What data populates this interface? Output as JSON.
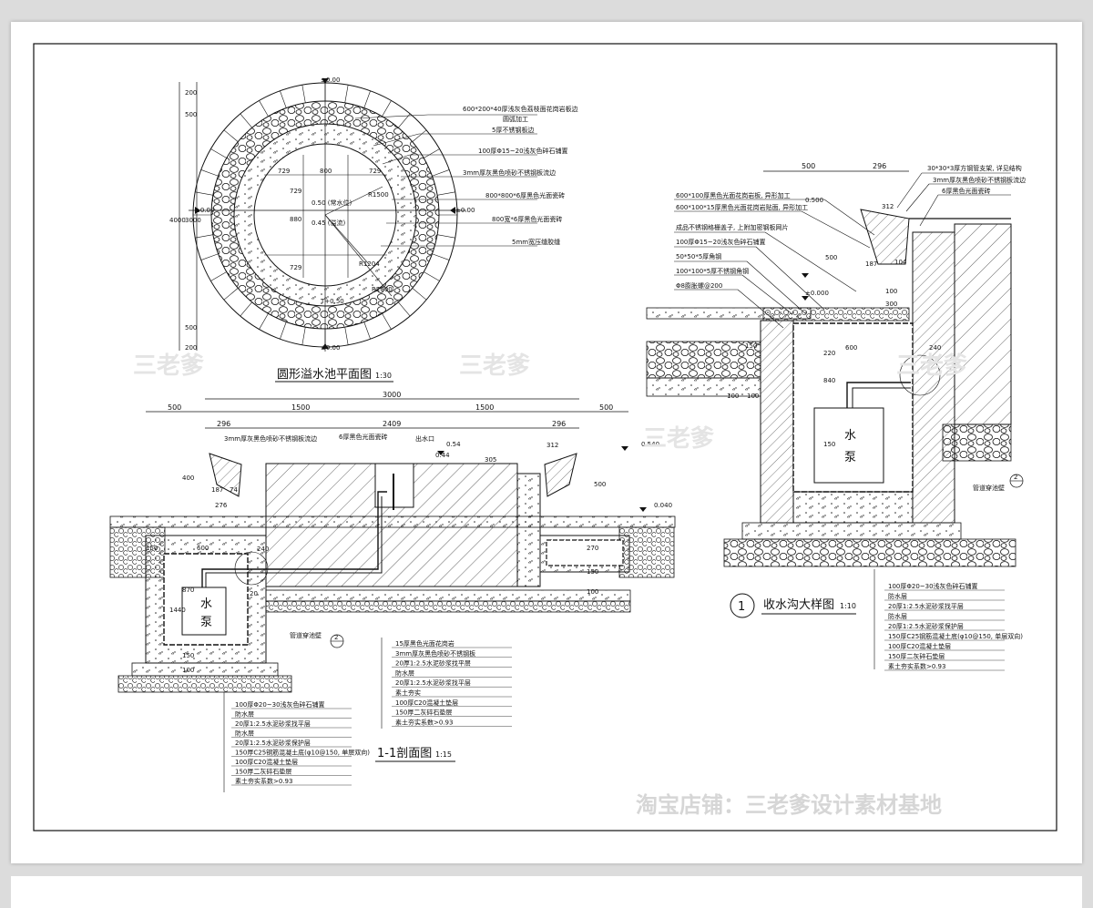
{
  "plan": {
    "title": "圆形溢水池平面图",
    "scale": "1:30",
    "levels": [
      "±0.00",
      "±0.00",
      "±0.00",
      "±0.00",
      "0.50 (常水位)",
      "0.45 (溢流)",
      "T+0.50"
    ],
    "radii": [
      "R1500",
      "R1204",
      "R2000"
    ],
    "dims_v": [
      "200",
      "500",
      "3000",
      "500",
      "200",
      "4000"
    ],
    "dims_inner": [
      "729",
      "800",
      "729",
      "729",
      "880",
      "729"
    ],
    "callouts": [
      "600*200*40厚浅灰色荔枝面花岗岩板边",
      "圆弧加工",
      "5厚不锈钢板边",
      "100厚Φ15~20浅灰色碎石铺置",
      "3mm厚灰黑色喷砂不锈钢板流边",
      "800*800*6厚黑色光面瓷砖",
      "800宽*6厚黑色光面瓷砖",
      "5mm宽压缝胶缝"
    ]
  },
  "section": {
    "title": "1-1剖面图",
    "scale": "1:15",
    "dims_top": [
      "500",
      "1500",
      "3000",
      "1500",
      "500"
    ],
    "dims_second": [
      "296",
      "2409",
      "296"
    ],
    "dims_misc": [
      "312",
      "400",
      "500",
      "600",
      "187",
      "74",
      "276",
      "150",
      "240",
      "870",
      "1440",
      "150",
      "100",
      "20",
      "270",
      "150",
      "100",
      "305"
    ],
    "levels": [
      "0.54",
      "0.44",
      "0.540",
      "0.040"
    ],
    "labels": [
      "3mm厚灰黑色喷砂不锈钢板流边",
      "6厚黑色光面瓷砖",
      "出水口",
      "管道穿池壁"
    ],
    "pump_label": "水\n泵",
    "layers_left": [
      "100厚Φ20~30浅灰色碎石铺置",
      "防水层",
      "20厚1:2.5水泥砂浆找平层",
      "防水层",
      "20厚1:2.5水泥砂浆保护层",
      "150厚C25钢筋混凝土底(φ10@150, 单层双向)",
      "100厚C20混凝土垫层",
      "150厚二灰碎石垫层",
      "素土夯实系数>0.93"
    ],
    "layers_center": [
      "15厚黑色光面花岗岩",
      "3mm厚灰黑色喷砂不锈钢板",
      "20厚1:2.5水泥砂浆找平层",
      "防水层",
      "20厚1:2.5水泥砂浆找平层",
      "素土夯实",
      "100厚C20混凝土垫层",
      "150厚二灰碎石垫层",
      "素土夯实系数>0.93"
    ]
  },
  "detail": {
    "title": "收水沟大样图",
    "number": "1",
    "scale": "1:10",
    "dims_top": [
      "500",
      "296"
    ],
    "dims_misc": [
      "312",
      "104",
      "187",
      "500",
      "100",
      "300",
      "150",
      "600",
      "220",
      "840",
      "150",
      "100",
      "100",
      "240"
    ],
    "levels": [
      "0.500",
      "±0.000"
    ],
    "labels_left": [
      "600*100厚黑色光面花岗岩板, 异形加工",
      "600*100*15厚黑色光面花岗岩贴面, 异形加工",
      "成品不锈钢格栅盖子, 上附加密钢板网片",
      "100厚Φ15~20浅灰色碎石铺置",
      "50*50*5厚角钢",
      "100*100*5厚不锈钢角钢",
      "Φ8膨胀螺@200"
    ],
    "labels_right": [
      "30*30*3厚方钢管支架, 详见结构",
      "3mm厚灰黑色喷砂不锈钢板流边",
      "6厚黑色光面瓷砖"
    ],
    "pipe_label": "管道穿池壁",
    "pump_label": "水\n泵",
    "layers": [
      "100厚Φ20~30浅灰色碎石铺置",
      "防水层",
      "20厚1:2.5水泥砂浆找平层",
      "防水层",
      "20厚1:2.5水泥砂浆保护层",
      "150厚C25钢筋混凝土底(φ10@150, 单层双向)",
      "100厚C20混凝土垫层",
      "150厚二灰碎石垫层",
      "素土夯实系数>0.93"
    ]
  },
  "watermarks": [
    "三老爹",
    "三老爹",
    "三老爹",
    "三老爹"
  ],
  "shop": "淘宝店铺：三老爹设计素材基地",
  "section_marks": [
    "2",
    "2"
  ]
}
